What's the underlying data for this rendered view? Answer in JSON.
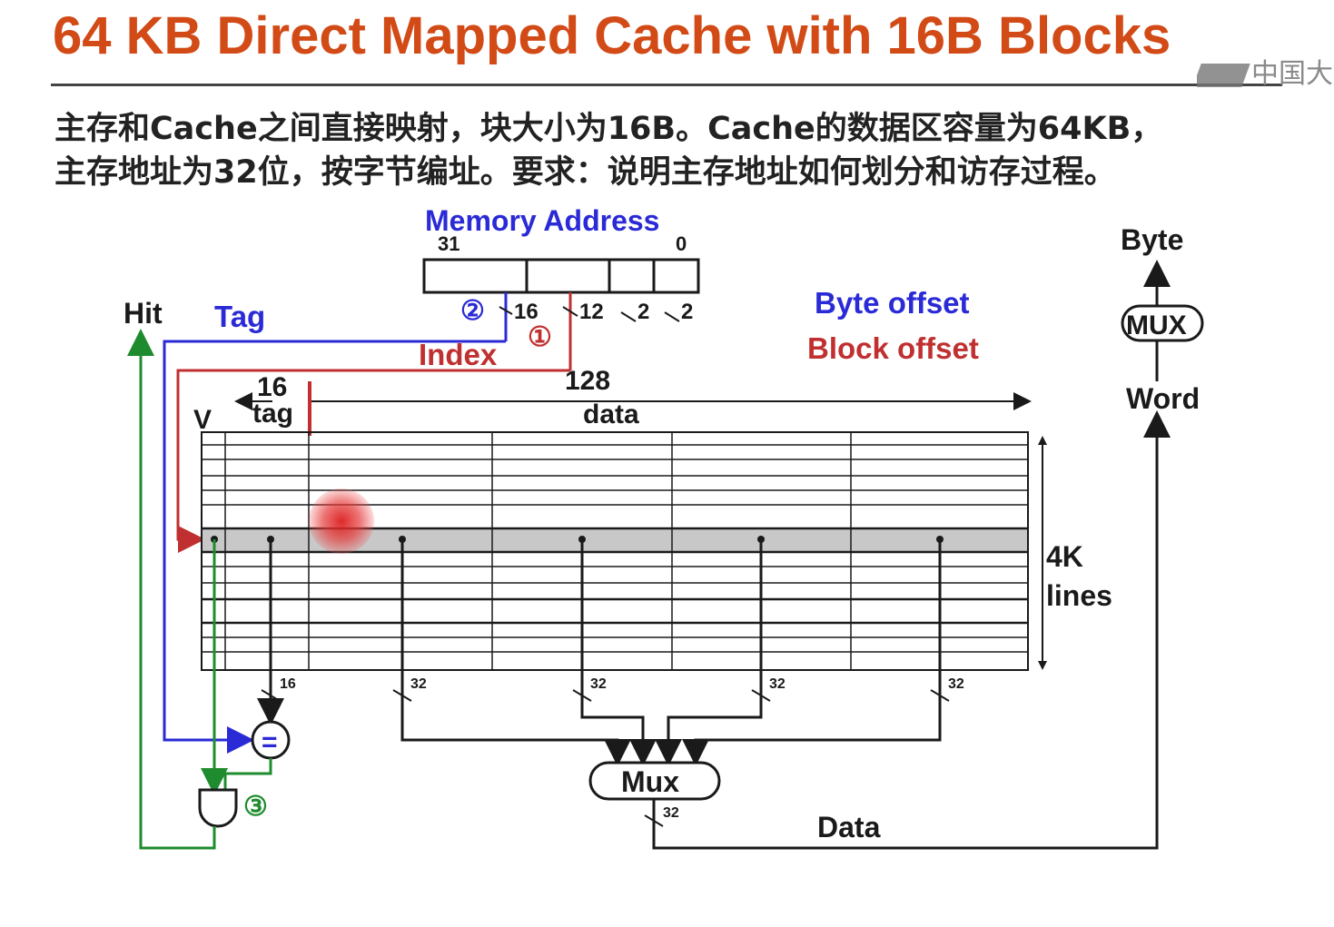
{
  "title": "64 KB Direct Mapped Cache with 16B Blocks",
  "watermark": "中国大",
  "description": {
    "line1": "主存和Cache之间直接映射，块大小为16B。Cache的数据区容量为64KB，",
    "line2": "主存地址为32位，按字节编址。要求：说明主存地址如何划分和访存过程。"
  },
  "memory_address": {
    "label": "Memory Address",
    "msb": "31",
    "lsb": "0",
    "fields": [
      {
        "name": "tag",
        "bits": "16"
      },
      {
        "name": "index",
        "bits": "12"
      },
      {
        "name": "block_offset",
        "bits": "2"
      },
      {
        "name": "byte_offset",
        "bits": "2"
      }
    ]
  },
  "labels": {
    "hit": "Hit",
    "tag": "Tag",
    "index": "Index",
    "byte_offset": "Byte offset",
    "block_offset": "Block offset",
    "step1": "①",
    "step2": "②",
    "step3": "③",
    "tag_width": "16",
    "tag_col": "tag",
    "data_width": "128",
    "data_col": "data",
    "valid_col": "V",
    "lines_count": "4K",
    "lines_word": "lines",
    "byte": "Byte",
    "mux_small": "MUX",
    "word": "Word",
    "mux_big": "Mux",
    "data_out": "Data",
    "comparator": "=",
    "bus16": "16",
    "bus32": "32"
  },
  "colors": {
    "title": "#d24a16",
    "blue": "#2a2ad6",
    "red": "#c03030",
    "green": "#1e8c2e",
    "line": "#1a1a1a",
    "highlight_row": "#c8c8c8"
  }
}
